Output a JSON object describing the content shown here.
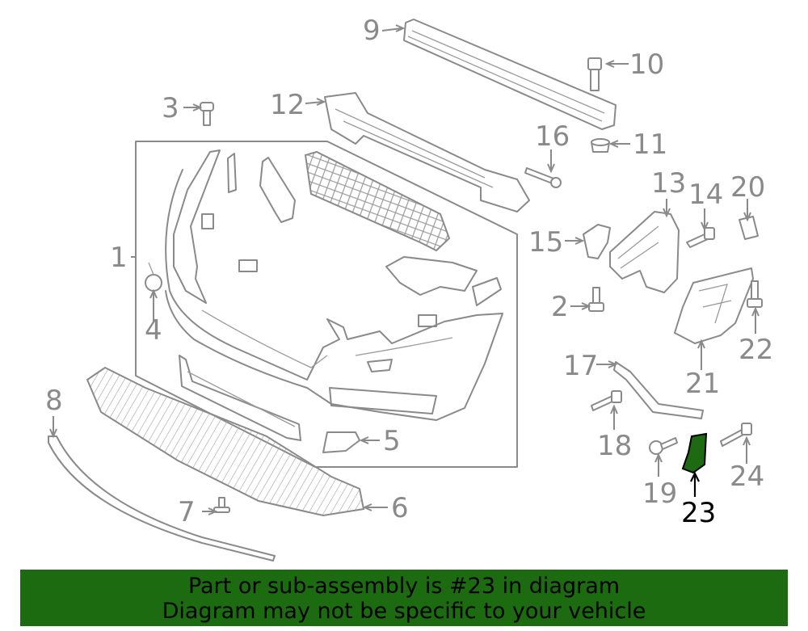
{
  "callouts": {
    "c1": "1",
    "c2": "2",
    "c3": "3",
    "c4": "4",
    "c5": "5",
    "c6": "6",
    "c7": "7",
    "c8": "8",
    "c9": "9",
    "c10": "10",
    "c11": "11",
    "c12": "12",
    "c13": "13",
    "c14": "14",
    "c15": "15",
    "c16": "16",
    "c17": "17",
    "c18": "18",
    "c19": "19",
    "c20": "20",
    "c21": "21",
    "c22": "22",
    "c23": "23",
    "c24": "24"
  },
  "highlight": {
    "part_number": "23",
    "color": "#1c6b10"
  },
  "banner": {
    "line1": "Part or sub-assembly is #23 in diagram",
    "line2": "Diagram may not be specific to your vehicle"
  }
}
